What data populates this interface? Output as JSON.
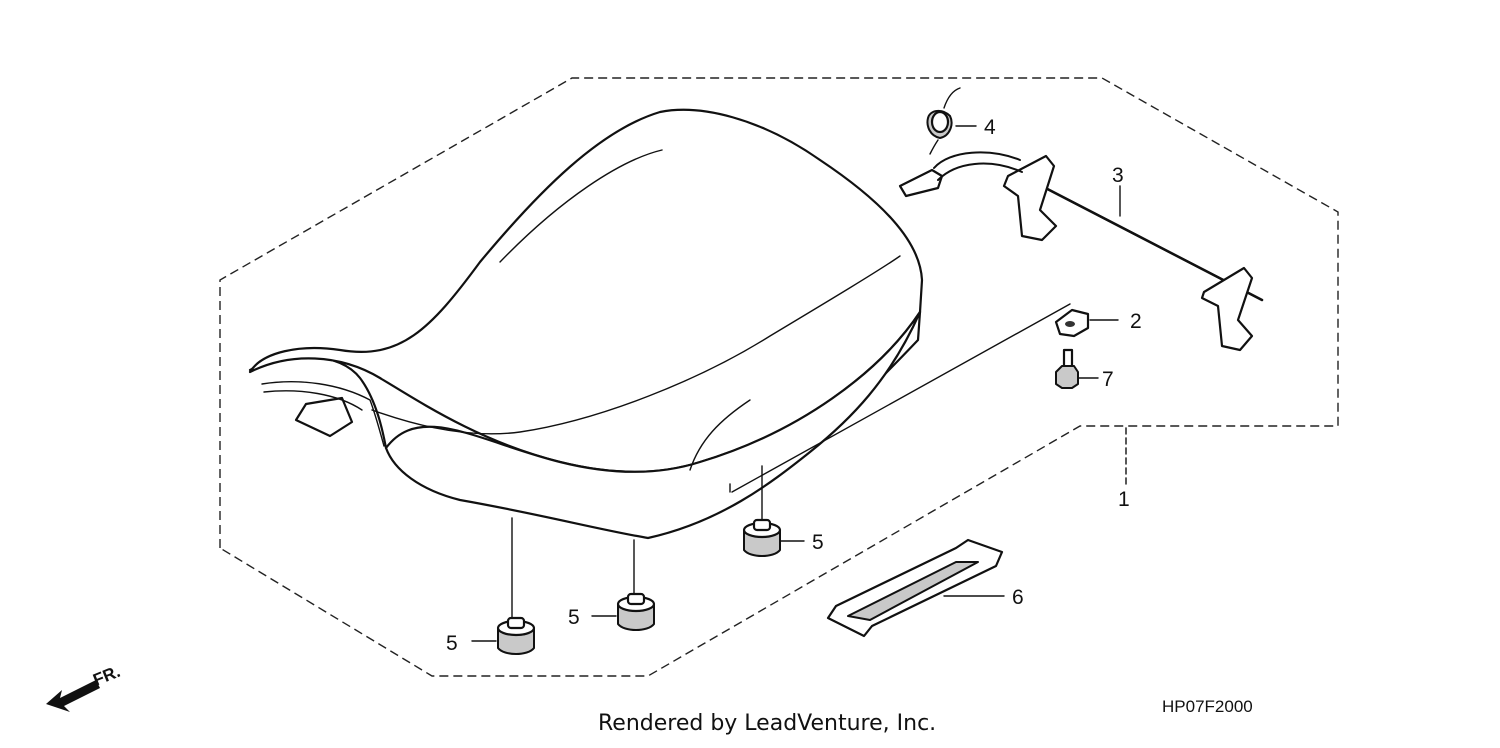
{
  "diagram": {
    "callouts": {
      "part_1": "1",
      "part_2": "2",
      "part_3": "3",
      "part_4": "4",
      "part_5a": "5",
      "part_5b": "5",
      "part_5c": "5",
      "part_6": "6",
      "part_7": "7"
    },
    "front_marker": "FR.",
    "diagram_code": "HP07F2000",
    "credit": "Rendered by LeadVenture, Inc."
  }
}
